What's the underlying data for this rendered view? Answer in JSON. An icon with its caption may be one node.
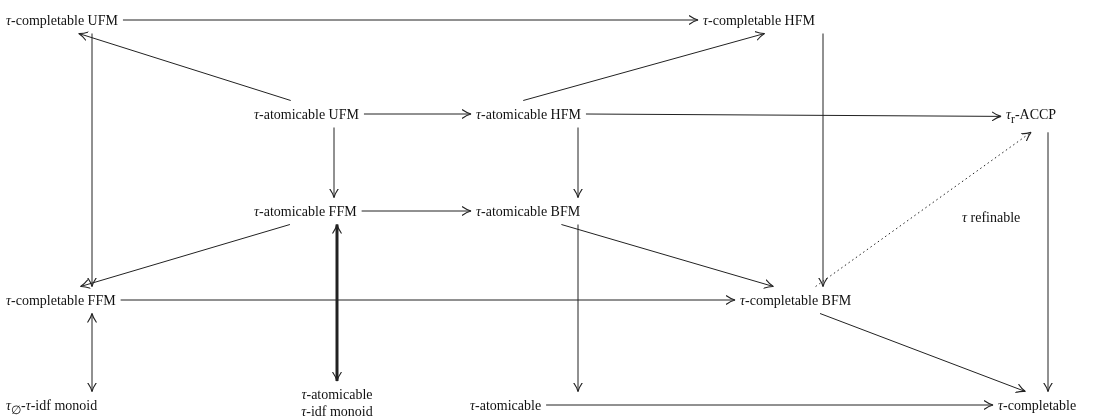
{
  "diagram": {
    "nodes": [
      {
        "text": [
          "*τ*-completable UFM"
        ]
      },
      {
        "text": [
          "*τ*-completable HFM"
        ]
      },
      {
        "text": [
          "*τ*-atomicable UFM"
        ]
      },
      {
        "text": [
          "*τ*-atomicable HFM"
        ]
      },
      {
        "text": [
          "*τ*$_{r}$-ACCP"
        ]
      },
      {
        "text": [
          "*τ*-atomicable FFM"
        ]
      },
      {
        "text": [
          "*τ*-atomicable BFM"
        ]
      },
      {
        "text": [
          "*τ*-completable FFM"
        ]
      },
      {
        "text": [
          "*τ*-completable BFM"
        ]
      },
      {
        "text": [
          "*τ*$_{∅}$-*τ*-idf monoid"
        ]
      },
      {
        "text": [
          "*τ*-atomicable *τ*-idf monoid"
        ]
      },
      {
        "text": [
          "*τ*-atomicable"
        ]
      },
      {
        "text": [
          "*τ*-completable"
        ]
      }
    ],
    "edges": [
      {
        "from": 0,
        "to": 1,
        "arrow": "to"
      },
      {
        "from": 2,
        "to": 0,
        "arrow": "to"
      },
      {
        "from": 2,
        "to": 3,
        "arrow": "to"
      },
      {
        "from": 3,
        "to": 1,
        "arrow": "to"
      },
      {
        "from": 3,
        "to": 4,
        "arrow": "to"
      },
      {
        "from": 2,
        "to": 5,
        "arrow": "to"
      },
      {
        "from": 3,
        "to": 6,
        "arrow": "to"
      },
      {
        "from": 5,
        "to": 6,
        "arrow": "to"
      },
      {
        "from": 5,
        "to": 7,
        "arrow": "to"
      },
      {
        "from": 0,
        "to": 7,
        "arrow": "to"
      },
      {
        "from": 7,
        "to": 8,
        "arrow": "to"
      },
      {
        "from": 1,
        "to": 8,
        "arrow": "to"
      },
      {
        "from": 6,
        "to": 8,
        "arrow": "to"
      },
      {
        "from": 8,
        "to": 4,
        "arrow": "to",
        "style": "dashed",
        "label": "*τ* refinable"
      },
      {
        "from": 4,
        "to": 12,
        "arrow": "to"
      },
      {
        "from": 8,
        "to": 12,
        "arrow": "to"
      },
      {
        "from": 11,
        "to": 12,
        "arrow": "to"
      },
      {
        "from": 6,
        "to": 11,
        "arrow": "to"
      },
      {
        "from": 7,
        "to": 9,
        "arrow": "both"
      },
      {
        "from": 5,
        "to": 10,
        "arrow": "both",
        "style": "thick"
      }
    ]
  }
}
